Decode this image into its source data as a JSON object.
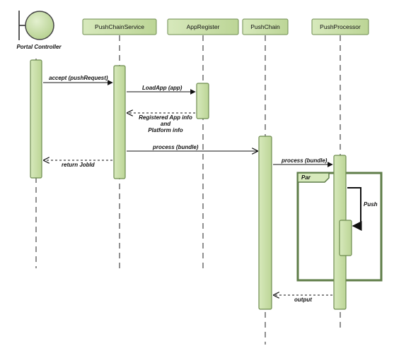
{
  "participants": {
    "portal": "Portal Controller",
    "service": "PushChainService",
    "register": "AppRegister",
    "chain": "PushChain",
    "processor": "PushProcessor"
  },
  "messages": {
    "accept": "accept (pushRequest)",
    "load_app": "LoadApp (app)",
    "registered_line1": "Registered App info",
    "registered_line2": "and",
    "registered_line3": "Platform info",
    "process_service": "process  (bundle)",
    "return_jobid": "return JobId",
    "process_chain": "process (bundle)",
    "push": "Push",
    "output": "output"
  },
  "fragment": {
    "operator": "Par"
  },
  "colors": {
    "box_fill": "#c9dfa8",
    "box_stroke": "#6e8c4f",
    "frame_stroke": "#5f7d48",
    "line": "#222222"
  }
}
